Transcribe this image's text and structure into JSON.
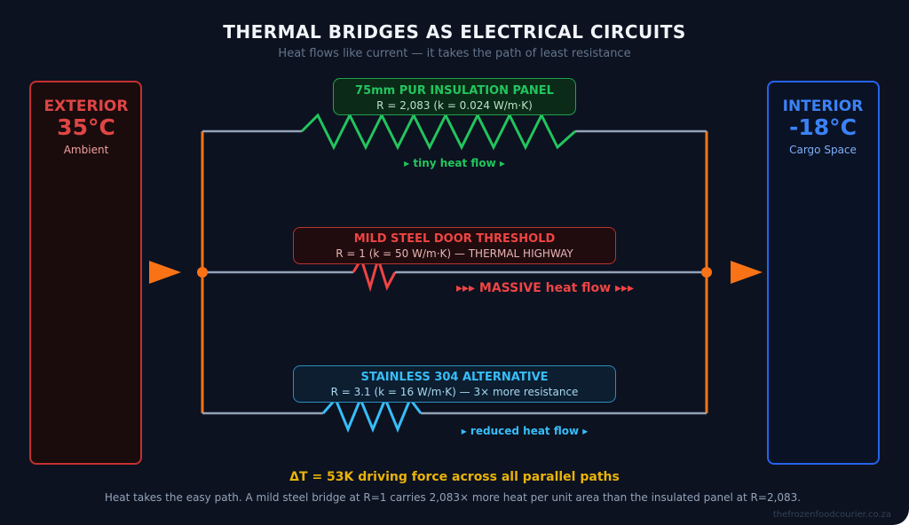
{
  "title": "THERMAL BRIDGES AS ELECTRICAL CIRCUITS",
  "subtitle": "Heat flows like current — it takes the path of least resistance",
  "exterior": {
    "label": "EXTERIOR",
    "temp": "35°C",
    "desc": "Ambient",
    "color": "#e04040"
  },
  "interior": {
    "label": "INTERIOR",
    "temp": "-18°C",
    "desc": "Cargo Space",
    "color": "#3b82f6"
  },
  "paths": [
    {
      "title": "75mm PUR INSULATION PANEL",
      "detail": "R = 2,083 (k = 0.024 W/m·K)",
      "flow": "▸ tiny heat flow ▸",
      "color": "#22c55e"
    },
    {
      "title": "MILD STEEL DOOR THRESHOLD",
      "detail": "R = 1 (k = 50 W/m·K) — THERMAL HIGHWAY",
      "flow": "▸▸▸ MASSIVE heat flow ▸▸▸",
      "color": "#ef4444"
    },
    {
      "title": "STAINLESS 304 ALTERNATIVE",
      "detail": "R = 3.1 (k = 16 W/m·K) — 3× more resistance",
      "flow": "▸ reduced heat flow ▸",
      "color": "#38bdf8"
    }
  ],
  "delta_t": "ΔT = 53K driving force across all parallel paths",
  "footer": "Heat takes the easy path. A mild steel bridge at R=1 carries 2,083× more heat per unit area than the insulated panel at R=2,083.",
  "watermark": "thefrozenfoodcourier.co.za"
}
